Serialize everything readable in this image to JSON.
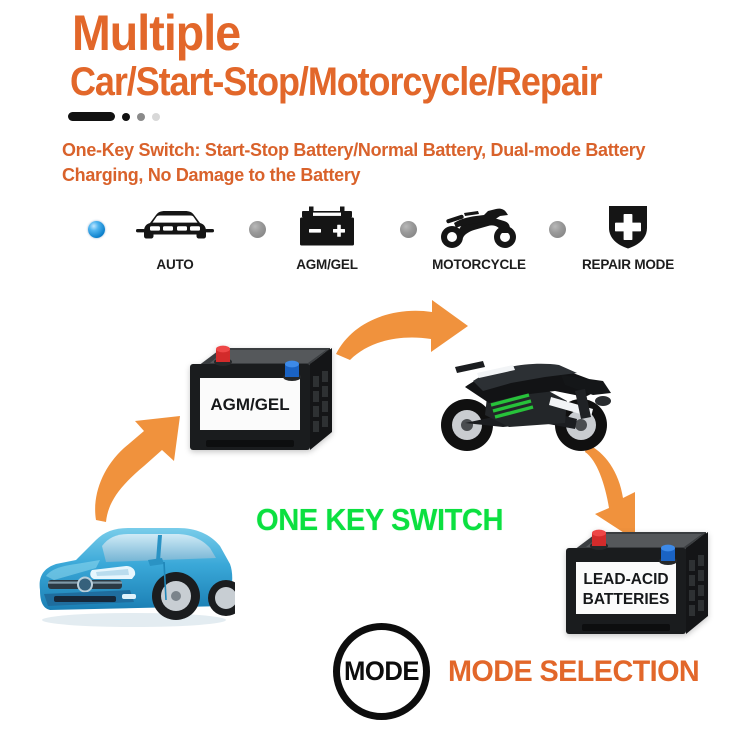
{
  "header": {
    "title_line1": "Multiple",
    "title_line2": "Car/Start-Stop/Motorcycle/Repair",
    "subtitle": "One-Key Switch: Start-Stop Battery/Normal Battery, Dual-mode Battery Charging, No Damage to the Battery",
    "accent_color": "#E2672A"
  },
  "modes": [
    {
      "label": "AUTO",
      "icon": "car-icon",
      "indicator": "active",
      "indicator_color": "#0E82CD"
    },
    {
      "label": "AGM/GEL",
      "icon": "battery-icon",
      "indicator": "inactive",
      "indicator_color": "#8E8E8E"
    },
    {
      "label": "MOTORCYCLE",
      "icon": "motorcycle-icon",
      "indicator": "inactive",
      "indicator_color": "#8E8E8E"
    },
    {
      "label": "REPAIR MODE",
      "icon": "shield-cross-icon",
      "indicator": "inactive",
      "indicator_color": "#8E8E8E"
    }
  ],
  "diagram": {
    "agm_battery_label": "AGM/GEL",
    "lead_acid_label_line1": "LEAD-ACID",
    "lead_acid_label_line2": "BATTERIES",
    "center_text": "ONE KEY SWITCH",
    "center_text_color": "#0BE040",
    "arrow_color": "#F0923D",
    "vehicle_car": "blue-sedan-image",
    "vehicle_motorcycle": "black-sport-motorcycle-image"
  },
  "footer": {
    "mode_button_text": "MODE",
    "mode_selection_text": "MODE SELECTION"
  }
}
